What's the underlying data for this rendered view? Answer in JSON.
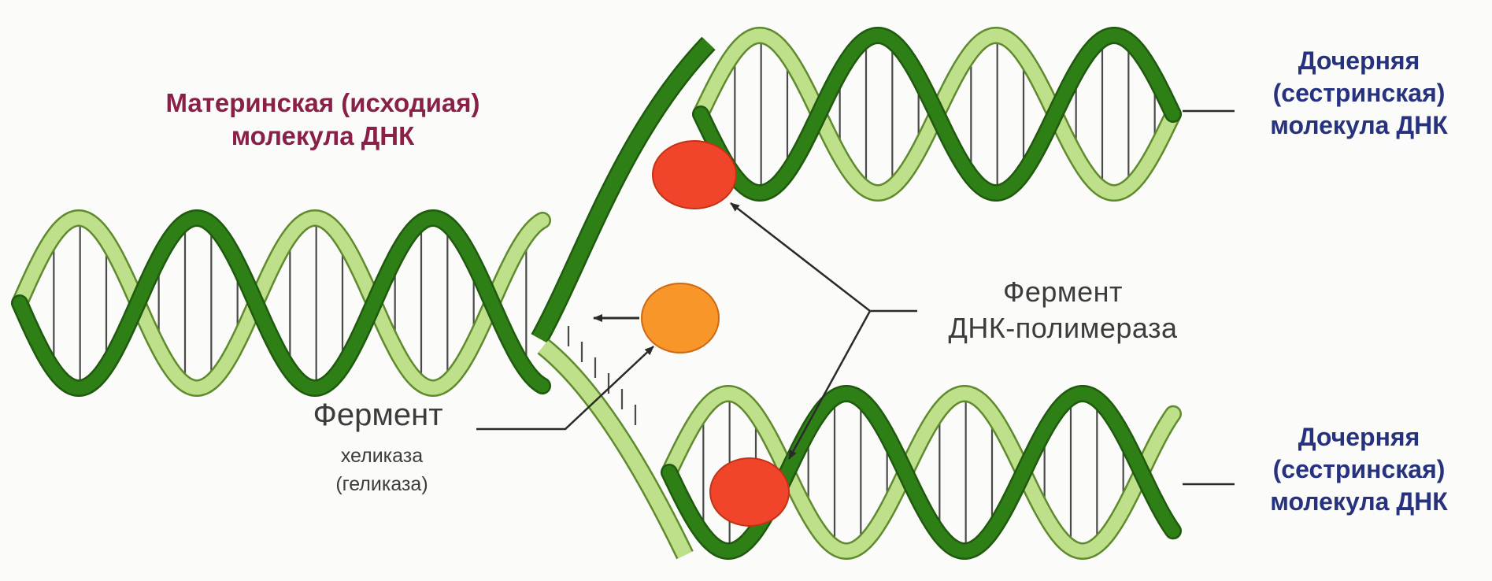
{
  "labels": {
    "mother": [
      "Материнская  (исходиая)",
      "молекула ДНК"
    ],
    "daughter_top": [
      "Дочерняя",
      "(сестринская)",
      "молекула ДНК"
    ],
    "daughter_bottom": [
      "Дочерняя",
      "(сестринская)",
      "молекула ДНК"
    ],
    "polymerase": [
      "Фермент",
      "ДНК-полимераза"
    ],
    "helicase_title": "Фермент",
    "helicase_names": [
      "хеликаза",
      "(геликаза)"
    ]
  },
  "colors": {
    "dark_strand": "#2f7f17",
    "light_strand": "#bfe08a",
    "rung": "#4a4a4a",
    "polymerase": "#f0452b",
    "helicase": "#f8962a",
    "mother_label": "#8a2048",
    "daughter_label": "#26327e"
  },
  "icons": {
    "dna_helix": "double-helix-icon",
    "enzyme": "ellipse-enzyme-icon",
    "pointer": "arrow-icon"
  }
}
